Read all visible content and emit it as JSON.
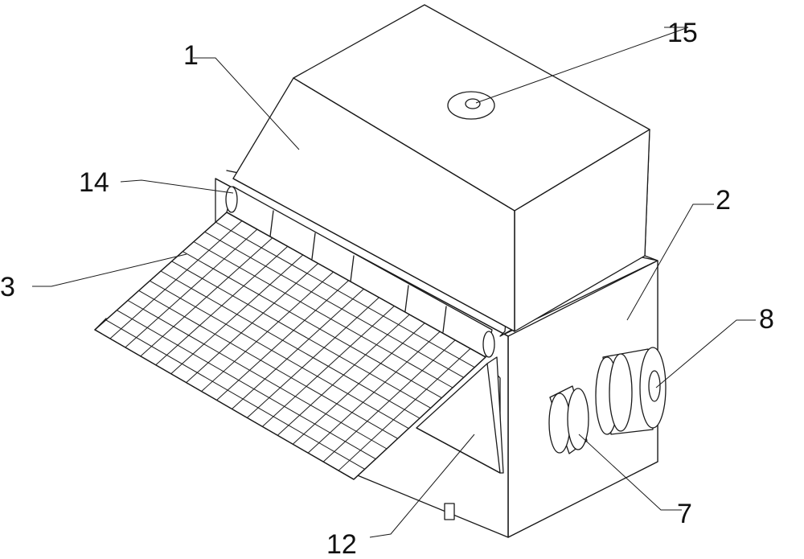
{
  "labels": {
    "l1": "1",
    "l2": "2",
    "l3": "3",
    "l7": "7",
    "l8": "8",
    "l12": "12",
    "l14": "14",
    "l15": "15"
  }
}
